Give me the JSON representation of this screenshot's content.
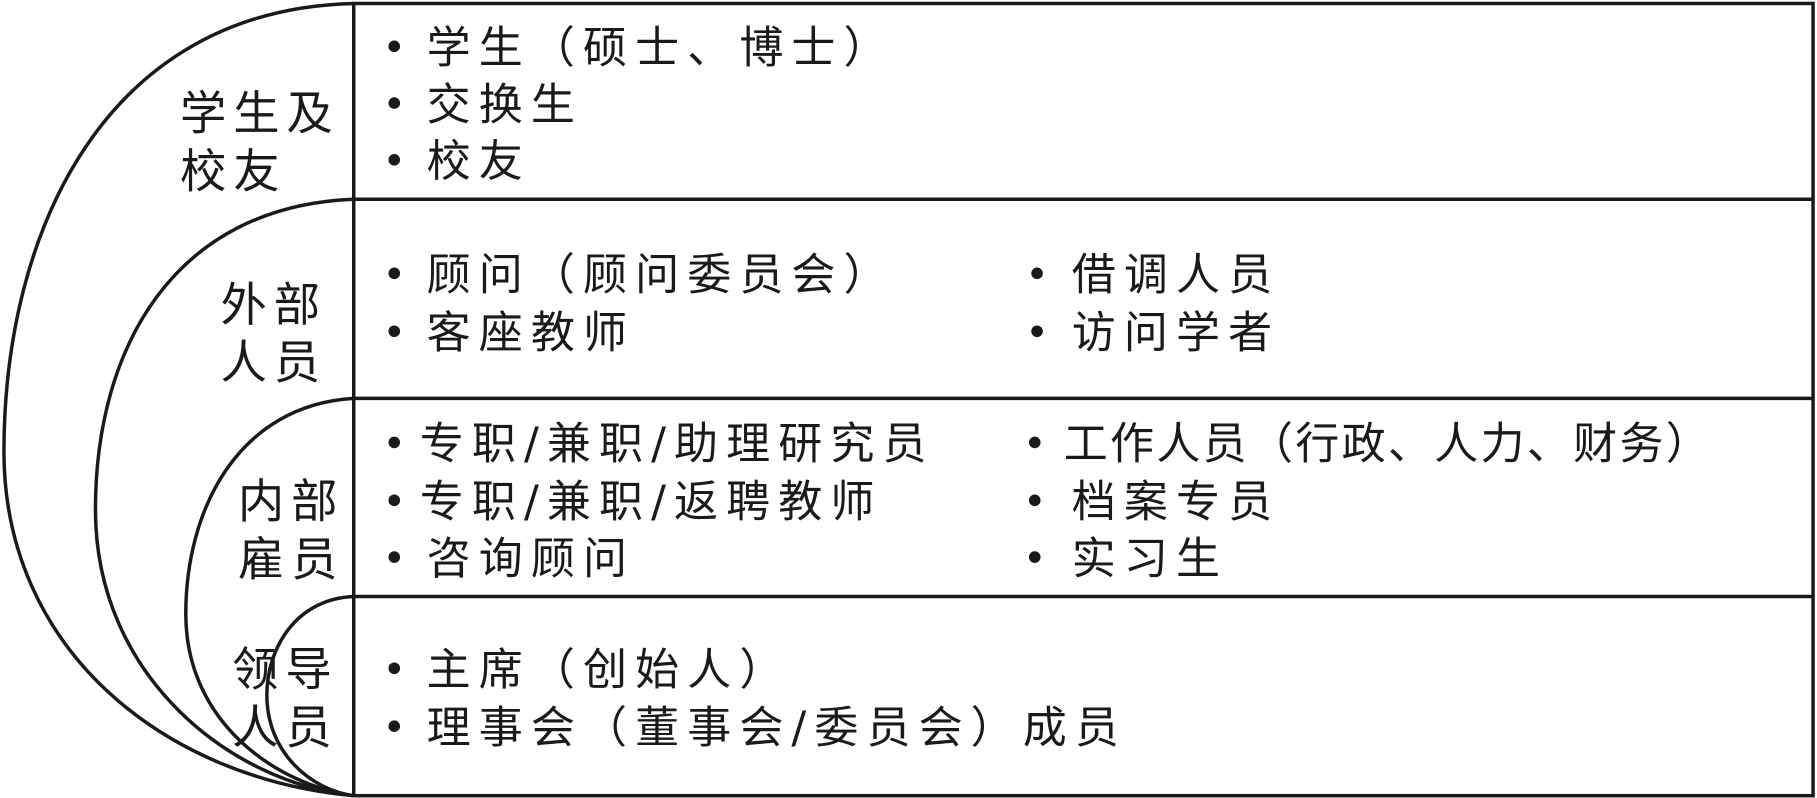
{
  "groups": [
    {
      "label_lines": [
        "学生及",
        "校友"
      ],
      "col1": [
        "学生（硕士、博士）",
        "交换生",
        "校友"
      ],
      "col2": []
    },
    {
      "label_lines": [
        "外部",
        "人员"
      ],
      "col1": [
        "顾问（顾问委员会）",
        "客座教师"
      ],
      "col2": [
        "借调人员",
        "访问学者"
      ]
    },
    {
      "label_lines": [
        "内部",
        "雇员"
      ],
      "col1": [
        "专职/兼职/助理研究员",
        "专职/兼职/返聘教师",
        "咨询顾问"
      ],
      "col2": [
        "工作人员（行政、人力、财务）",
        "档案专员",
        "实习生"
      ]
    },
    {
      "label_lines": [
        "领导",
        "人员"
      ],
      "col1": [
        "主席（创始人）",
        "理事会（董事会/委员会）成员"
      ],
      "col2": []
    }
  ]
}
